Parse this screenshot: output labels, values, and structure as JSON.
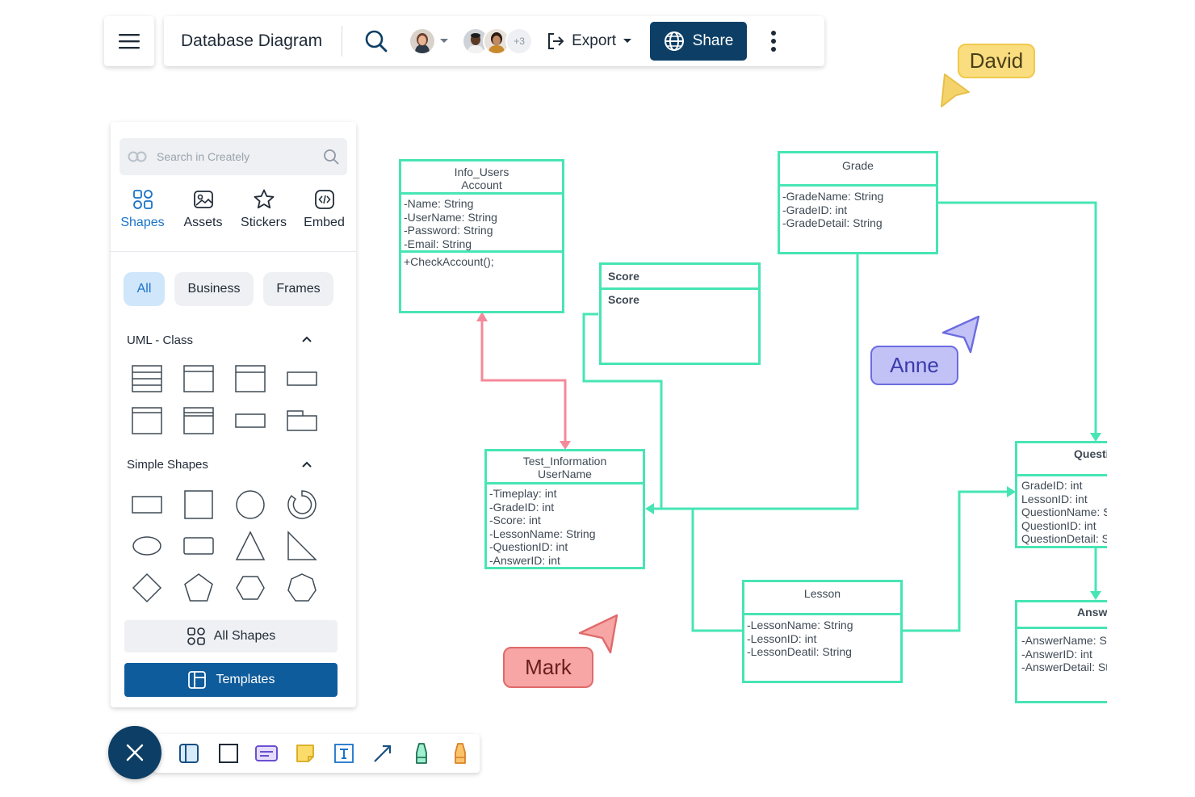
{
  "app": {
    "document_title": "Database Diagram",
    "more_users_count": "+3",
    "export_label": "Export",
    "share_label": "Share"
  },
  "panel": {
    "search_placeholder": "Search in Creately",
    "tabs": [
      {
        "label": "Shapes",
        "icon": "shapes-icon",
        "active": true
      },
      {
        "label": "Assets",
        "icon": "image-icon"
      },
      {
        "label": "Stickers",
        "icon": "star-icon"
      },
      {
        "label": "Embed",
        "icon": "code-icon"
      }
    ],
    "chips": [
      {
        "label": "All",
        "active": true
      },
      {
        "label": "Business"
      },
      {
        "label": "Frames"
      }
    ],
    "sections": [
      {
        "title": "UML - Class"
      },
      {
        "title": "Simple Shapes"
      }
    ],
    "all_shapes_label": "All Shapes",
    "templates_label": "Templates"
  },
  "diagram": {
    "classes": {
      "info_users": {
        "title_line1": "Info_Users",
        "title_line2": "Account",
        "attributes": [
          "-Name: String",
          "-UserName: String",
          "-Password: String",
          "-Email: String"
        ],
        "methods": [
          "+CheckAccount();"
        ]
      },
      "grade": {
        "title": "Grade",
        "attributes": [
          "-GradeName: String",
          "-GradeID: int",
          "-GradeDetail: String"
        ]
      },
      "score": {
        "title": "Score",
        "attributes": [
          "Score"
        ]
      },
      "test_information": {
        "title_line1": "Test_Information",
        "title_line2": "UserName",
        "attributes": [
          "-Timeplay: int",
          "-GradeID: int",
          "-Score: int",
          "-LessonName: String",
          "-QuestionID: int",
          "-AnswerID: int"
        ]
      },
      "lesson": {
        "title": "Lesson",
        "attributes": [
          "-LessonName: String",
          "-LessonID: int",
          "-LessonDeatil: String"
        ]
      },
      "question": {
        "title": "Questi",
        "attributes": [
          "GradeID: int",
          "LessonID: int",
          "QuestionName: S",
          "QuestionID: int",
          "QuestionDetail: S"
        ]
      },
      "answer": {
        "title": "Answ",
        "attributes": [
          "-AnswerName: St",
          "-AnswerID: int",
          "-AnswerDetail: St"
        ]
      }
    },
    "cursors": [
      {
        "name": "David",
        "color": "#f5d36b"
      },
      {
        "name": "Anne",
        "color": "#b3b3f5"
      },
      {
        "name": "Mark",
        "color": "#f59a9a"
      }
    ],
    "colors": {
      "connector": "#47e5b4",
      "relation": "#f48a9a",
      "primary": "#0d3f66"
    }
  }
}
